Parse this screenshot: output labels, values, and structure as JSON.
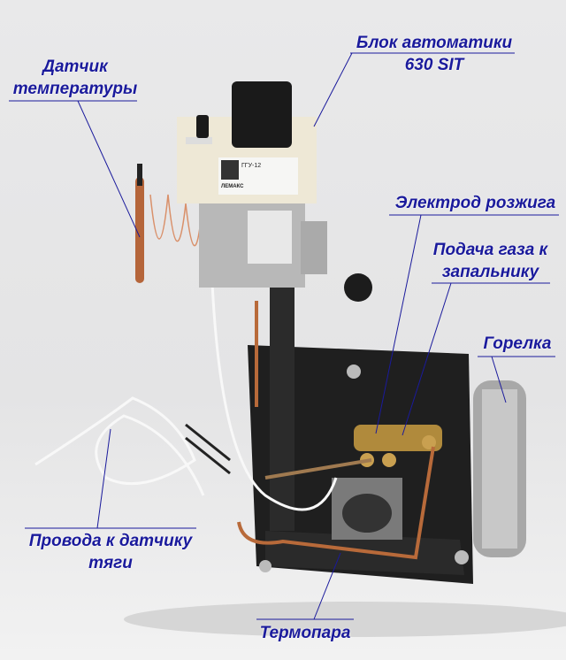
{
  "labels": {
    "temp_sensor": [
      "Датчик",
      "температуры"
    ],
    "automatic_block": [
      "Блок автоматики",
      "630 SIT"
    ],
    "ignition_electrode": [
      "Электрод розжига"
    ],
    "pilot_gas_supply": [
      "Подача газа к",
      "запальнику"
    ],
    "burner": [
      "Горелка"
    ],
    "draft_sensor_wires": [
      "Провода к датчику",
      "тяги"
    ],
    "thermocouple": [
      "Термопара"
    ]
  },
  "device_plate": {
    "model": "ГГУ-12",
    "brand": "ЛЕМАКС"
  },
  "colors": {
    "label_text": "#1a1a9c",
    "background": "#e8e8e9"
  }
}
